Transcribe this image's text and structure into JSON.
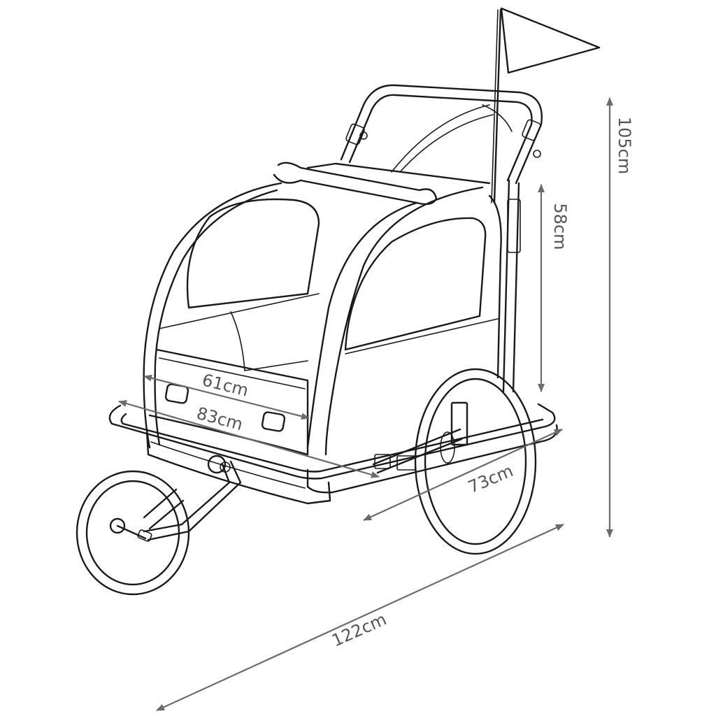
{
  "dimensions": {
    "total_length": "122cm",
    "total_height": "105cm",
    "seat_height": "58cm",
    "inner_width": "61cm",
    "outer_width": "83cm",
    "wheelbase_width": "73cm"
  },
  "colors": {
    "outline": "#1a1a1a",
    "dimension": "#6b6b6b",
    "background": "#ffffff"
  },
  "icons": {
    "flag": "flag-icon",
    "trailer": "bike-trailer-drawing"
  }
}
